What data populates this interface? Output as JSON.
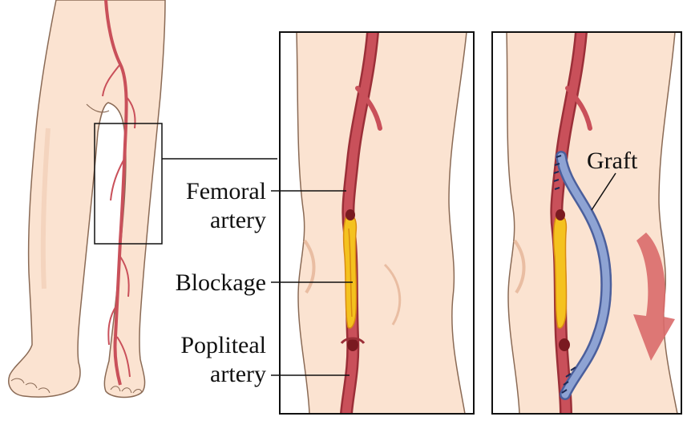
{
  "labels": {
    "femoral_line1": "Femoral",
    "femoral_line2": "artery",
    "blockage": "Blockage",
    "popliteal_line1": "Popliteal",
    "popliteal_line2": "artery",
    "graft": "Graft"
  },
  "colors": {
    "skin": "#fbe3d1",
    "skin_shadow": "#f2cdb6",
    "outline": "#8a6a55",
    "artery": "#c9505a",
    "artery_dark": "#9b2f38",
    "blockage": "#f4c21f",
    "blockage_dark": "#d98b12",
    "graft": "#8ea3d3",
    "graft_dark": "#4b5f9c",
    "arrow": "#d96a6a",
    "frame": "#111111"
  }
}
